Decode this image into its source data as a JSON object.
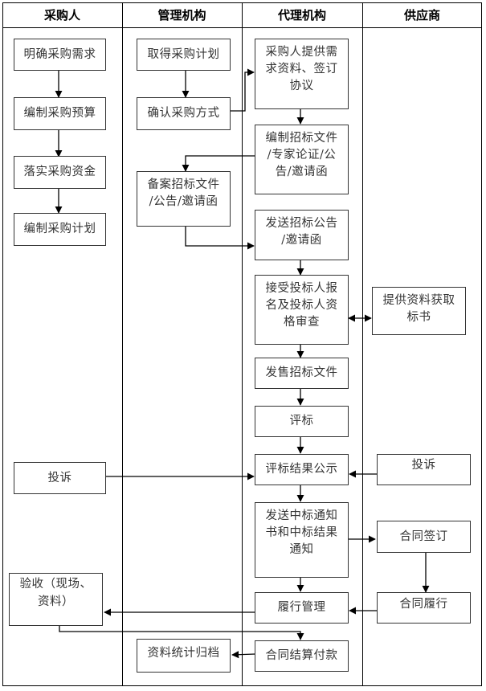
{
  "lanes": [
    {
      "id": "purchaser",
      "title": "采购人"
    },
    {
      "id": "admin",
      "title": "管理机构"
    },
    {
      "id": "agency",
      "title": "代理机构"
    },
    {
      "id": "supplier",
      "title": "供应商"
    }
  ],
  "nodes": {
    "p1": "明确采购需求",
    "p2": "编制采购预算",
    "p3": "落实采购资金",
    "p4": "编制采购计划",
    "p5": "投诉",
    "p6": "验收（现场、\n资料）",
    "m1": "取得采购计划",
    "m2": "确认采购方式",
    "m3": "备案招标文件\n/公告/邀请函",
    "m4": "资料统计归档",
    "a1": "采购人提供需\n求资料、签订\n协议",
    "a2": "编制招标文件\n/专家论证/公\n告/邀请函",
    "a3": "发送招标公告\n/邀请函",
    "a4": "接受投标人报\n名及投标人资\n格审查",
    "a5": "发售招标文件",
    "a6": "评标",
    "a7": "评标结果公示",
    "a8": "发送中标通知\n书和中标结果\n通知",
    "a9": "履行管理",
    "a10": "合同结算付款",
    "s1": "提供资料获取\n标书",
    "s2": "投诉",
    "s3": "合同签订",
    "s4": "合同履行"
  },
  "edges": [
    {
      "from": "p1",
      "to": "p2"
    },
    {
      "from": "p2",
      "to": "p3"
    },
    {
      "from": "p3",
      "to": "p4"
    },
    {
      "from": "m1",
      "to": "m2"
    },
    {
      "from": "m2",
      "to": "a1"
    },
    {
      "from": "a1",
      "to": "a2"
    },
    {
      "from": "a2",
      "to": "m3"
    },
    {
      "from": "m3",
      "to": "a3"
    },
    {
      "from": "a3",
      "to": "a4"
    },
    {
      "from": "a4",
      "to": "s1",
      "bidirectional": true
    },
    {
      "from": "a4",
      "to": "a5"
    },
    {
      "from": "a5",
      "to": "a6"
    },
    {
      "from": "a6",
      "to": "a7"
    },
    {
      "from": "p5",
      "to": "a7"
    },
    {
      "from": "s2",
      "to": "a7"
    },
    {
      "from": "a7",
      "to": "a8"
    },
    {
      "from": "a8",
      "to": "s3"
    },
    {
      "from": "s3",
      "to": "s4"
    },
    {
      "from": "s4",
      "to": "a9"
    },
    {
      "from": "a8",
      "to": "a9"
    },
    {
      "from": "a9",
      "to": "p6"
    },
    {
      "from": "p6",
      "to": "a10"
    },
    {
      "from": "a10",
      "to": "m4"
    }
  ]
}
